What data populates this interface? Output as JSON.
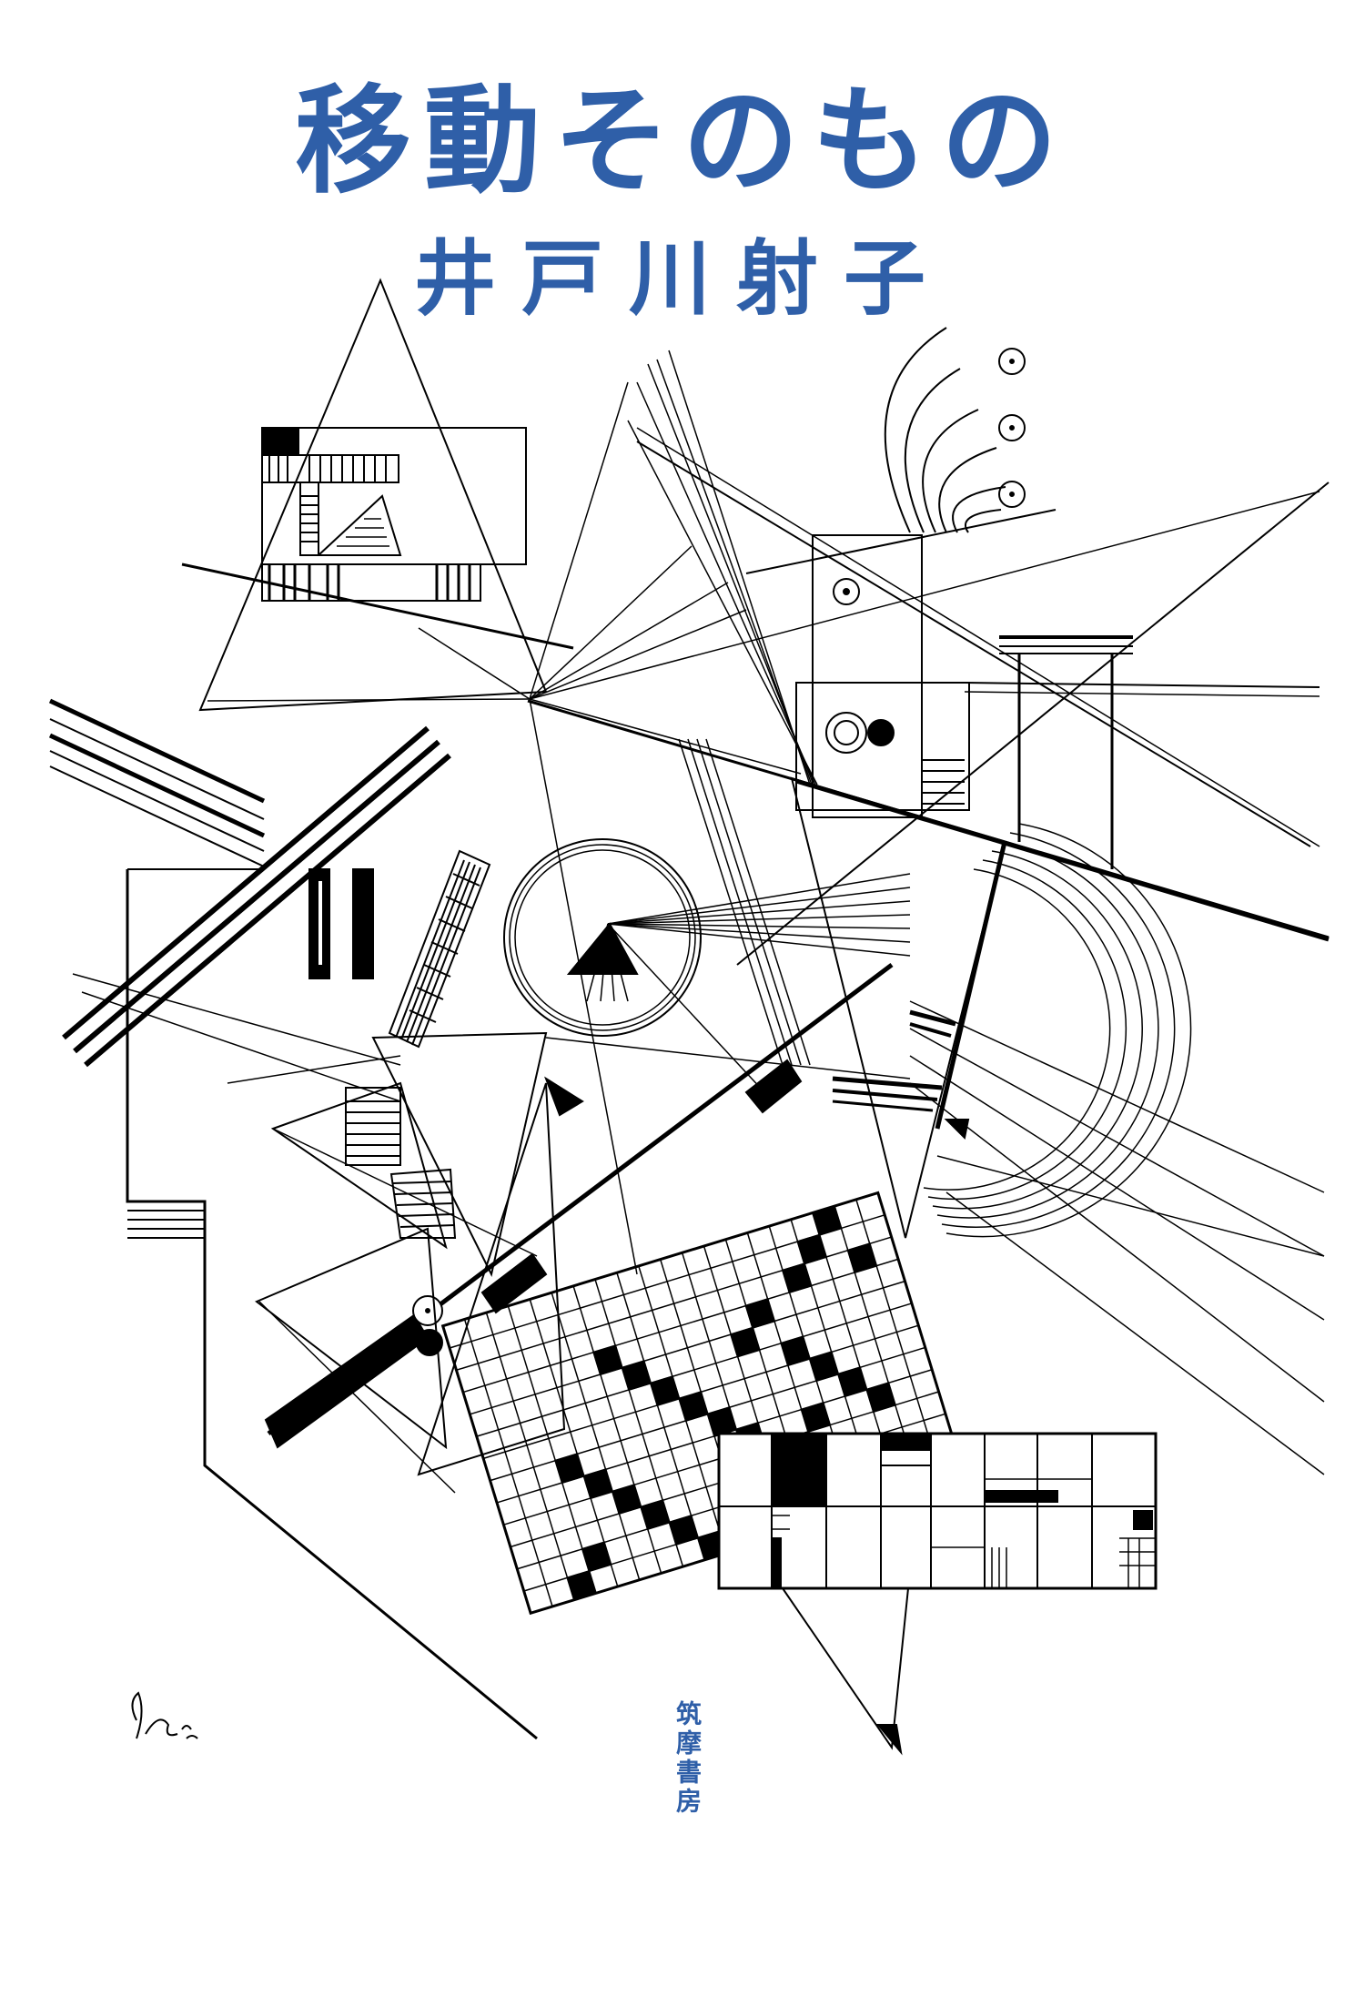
{
  "cover": {
    "title": "移動そのもの",
    "author": "井戸川射子",
    "publisher": "筑摩書房",
    "accent_color": "#2f5fa8",
    "ink_color": "#000000"
  }
}
